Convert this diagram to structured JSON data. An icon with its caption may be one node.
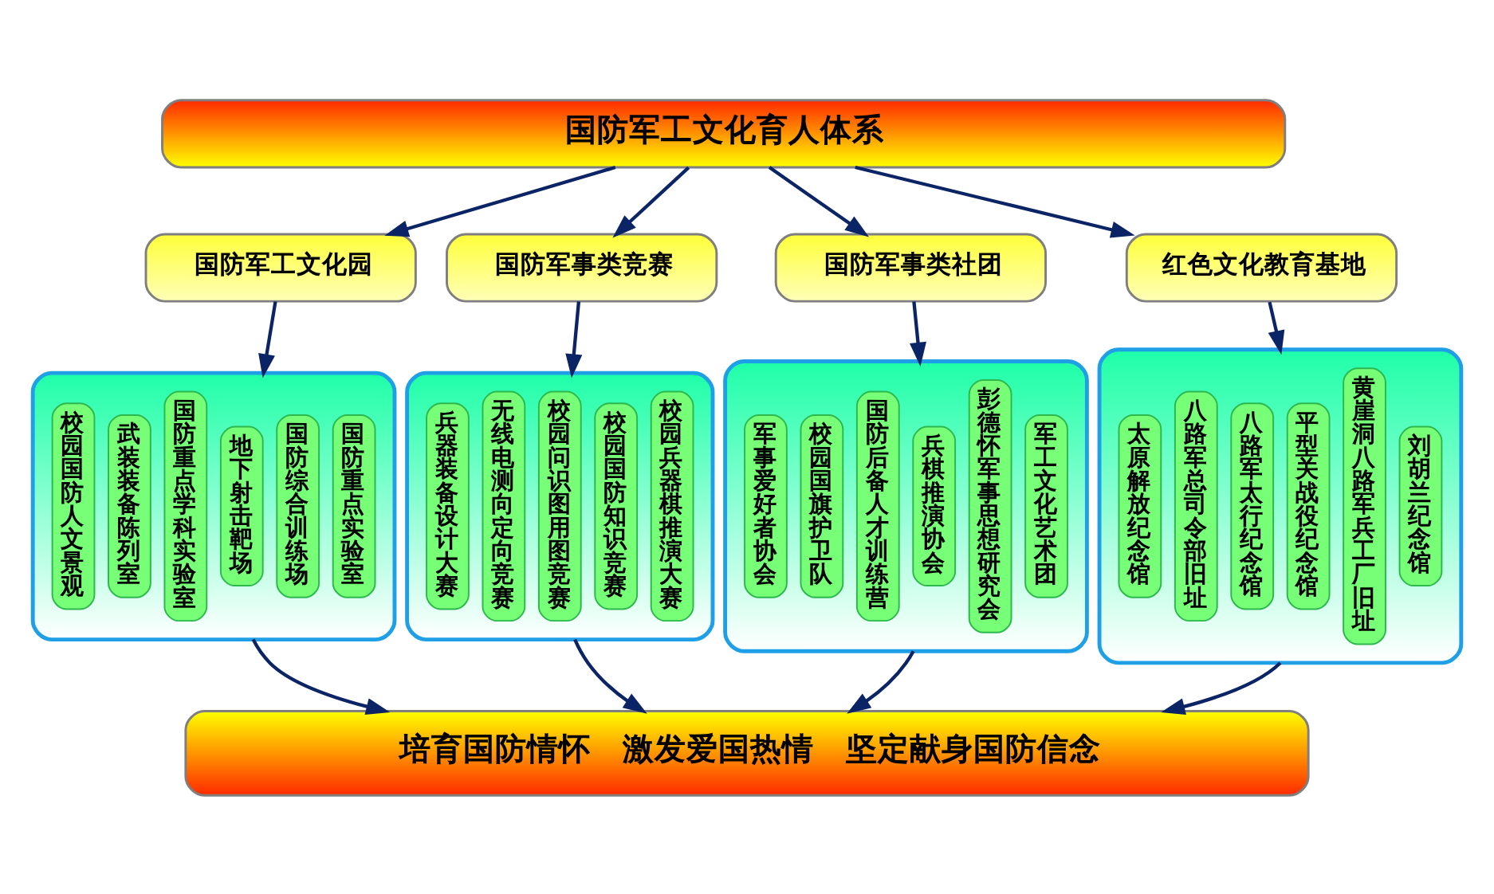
{
  "diagram": {
    "nodes": [
      {
        "text": [
          "国防军工文化育人体系"
        ]
      },
      {
        "text": [
          "国防军工文化园"
        ]
      },
      {
        "text": [
          "国防军事类竞赛"
        ]
      },
      {
        "text": [
          "国防军事类社团"
        ]
      },
      {
        "text": [
          "红色文化教育基地"
        ]
      },
      {
        "text": [],
        "shape": "box"
      },
      {
        "text": [
          "校园国防人文景观"
        ],
        "in": 5
      },
      {
        "text": [
          "武装装备陈列室"
        ],
        "in": 5
      },
      {
        "text": [
          "国防重点学科实验室"
        ],
        "in": 5
      },
      {
        "text": [
          "地下射击靶场"
        ],
        "in": 5
      },
      {
        "text": [
          "国防综合训练场"
        ],
        "in": 5
      },
      {
        "text": [
          "国防重点实验室"
        ],
        "in": 5
      },
      {
        "text": [],
        "shape": "box"
      },
      {
        "text": [
          "兵器装备设计大赛"
        ],
        "in": 12
      },
      {
        "text": [
          "无线电测向定向竞赛"
        ],
        "in": 12
      },
      {
        "text": [
          "校园问识图用图竞赛"
        ],
        "in": 12
      },
      {
        "text": [
          "校园国防知识竞赛"
        ],
        "in": 12
      },
      {
        "text": [
          "校园兵器棋推演大赛"
        ],
        "in": 12
      },
      {
        "text": [],
        "shape": "box"
      },
      {
        "text": [
          "军事爱好者协会"
        ],
        "in": 18
      },
      {
        "text": [
          "校园国旗护卫队"
        ],
        "in": 18
      },
      {
        "text": [
          "国防后备人才训练营"
        ],
        "in": 18
      },
      {
        "text": [
          "兵棋推演协会"
        ],
        "in": 18
      },
      {
        "text": [
          "彭德怀军事思想研究会"
        ],
        "in": 18
      },
      {
        "text": [
          "军工文化艺术团"
        ],
        "in": 18
      },
      {
        "text": [],
        "shape": "box"
      },
      {
        "text": [
          "太原解放纪念馆"
        ],
        "in": 25
      },
      {
        "text": [
          "八路军总司令部旧址"
        ],
        "in": 25
      },
      {
        "text": [
          "八路军太行纪念馆"
        ],
        "in": 25
      },
      {
        "text": [
          "平型关战役纪念馆"
        ],
        "in": 25
      },
      {
        "text": [
          "黄崖洞八路军兵工厂旧址"
        ],
        "in": 25
      },
      {
        "text": [
          "刘胡兰纪念馆"
        ],
        "in": 25
      },
      {
        "text": [
          "培育国防情怀　激发爱国热情　坚定献身国防信念"
        ]
      }
    ],
    "edges": [
      {
        "from": 0,
        "to": 1,
        "arrow": "to"
      },
      {
        "from": 0,
        "to": 2,
        "arrow": "to"
      },
      {
        "from": 0,
        "to": 3,
        "arrow": "to"
      },
      {
        "from": 0,
        "to": 4,
        "arrow": "to"
      },
      {
        "from": 1,
        "to": 5,
        "arrow": "to"
      },
      {
        "from": 2,
        "to": 12,
        "arrow": "to"
      },
      {
        "from": 3,
        "to": 18,
        "arrow": "to"
      },
      {
        "from": 4,
        "to": 25,
        "arrow": "to"
      },
      {
        "from": 5,
        "to": 32,
        "arrow": "to"
      },
      {
        "from": 12,
        "to": 32,
        "arrow": "to"
      },
      {
        "from": 18,
        "to": 32,
        "arrow": "to"
      },
      {
        "from": 25,
        "to": 32,
        "arrow": "to"
      }
    ]
  }
}
